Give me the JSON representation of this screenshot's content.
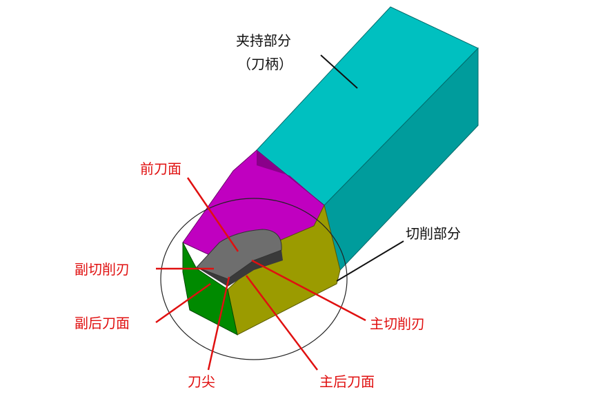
{
  "diagram": {
    "labels": {
      "holding_part": "夹持部分",
      "holding_part_note": "（刀柄）",
      "cutting_part": "切削部分",
      "rake_face": "前刀面",
      "minor_cutting_edge": "副切削刃",
      "minor_flank": "副后刀面",
      "tool_tip": "刀尖",
      "major_flank": "主后刀面",
      "major_cutting_edge": "主切削刃"
    },
    "colors": {
      "shank_top": "#00c0c0",
      "shank_side": "#009c9c",
      "rake_region": "#c000c0",
      "rake_shadow": "#8a008a",
      "major_flank": "#9b9b00",
      "minor_flank": "#008a00",
      "insert_top": "#6e6e6e",
      "insert_side": "#3a3a3a",
      "leader_red": "#e01010",
      "leader_black": "#111111"
    }
  }
}
